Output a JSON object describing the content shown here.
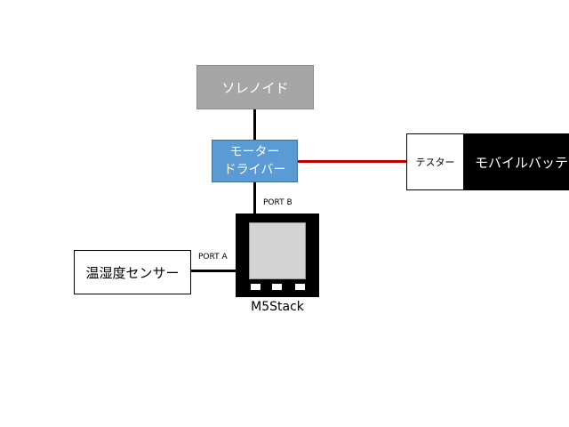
{
  "nodes": {
    "solenoid": "ソレノイド",
    "motor_driver_line1": "モーター",
    "motor_driver_line2": "ドライバー",
    "tester": "テスター",
    "mobile_battery": "モバイルバッテ",
    "sensor": "温湿度センサー",
    "m5stack": "M5Stack"
  },
  "ports": {
    "port_b": "PORT B",
    "port_a": "PORT A"
  },
  "colors": {
    "solenoid_fill": "#a6a6a6",
    "driver_fill": "#5b9bd5",
    "battery_fill": "#000000",
    "power_wire": "#c00000",
    "signal_wire": "#000000"
  }
}
